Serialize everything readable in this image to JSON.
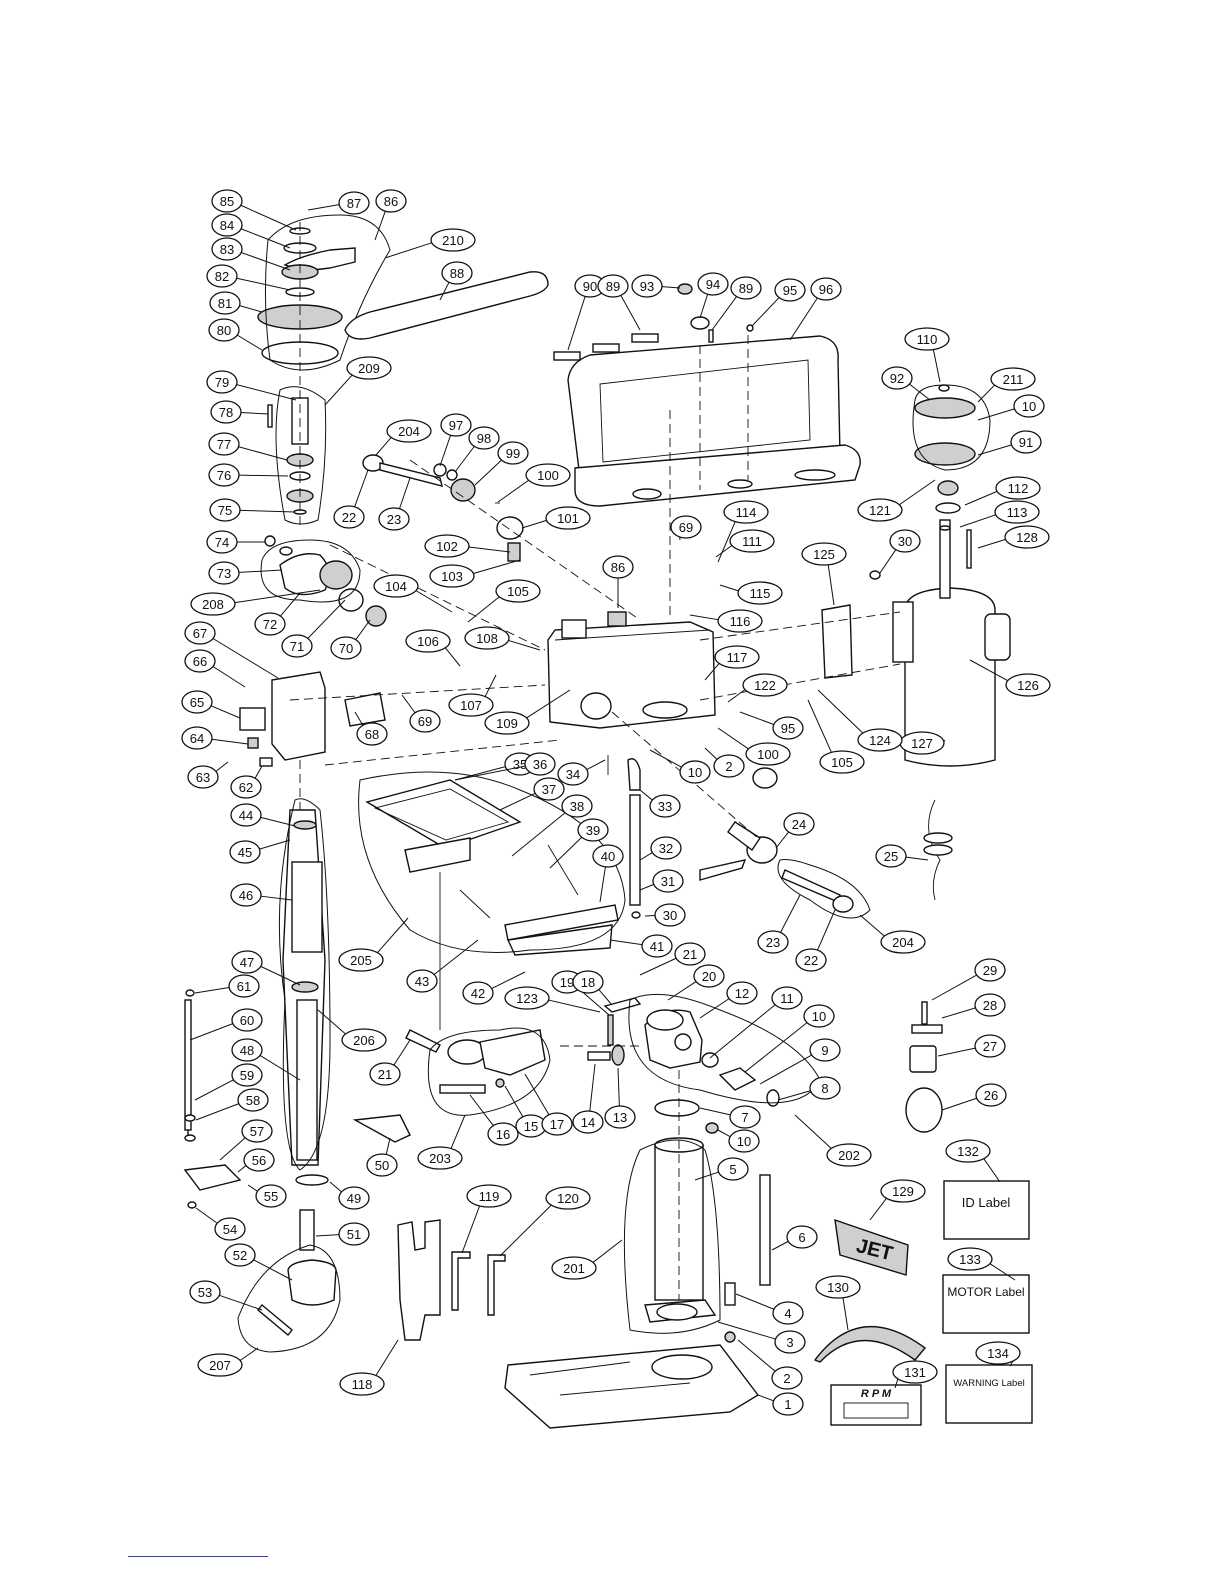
{
  "callouts": [
    "1",
    "2",
    "3",
    "4",
    "5",
    "6",
    "7",
    "8",
    "9",
    "10",
    "11",
    "12",
    "13",
    "14",
    "15",
    "16",
    "17",
    "18",
    "19",
    "20",
    "21",
    "22",
    "23",
    "24",
    "25",
    "26",
    "27",
    "28",
    "29",
    "30",
    "31",
    "32",
    "33",
    "34",
    "35",
    "36",
    "37",
    "38",
    "39",
    "40",
    "41",
    "42",
    "43",
    "44",
    "45",
    "46",
    "47",
    "48",
    "49",
    "50",
    "51",
    "52",
    "53",
    "54",
    "55",
    "56",
    "57",
    "58",
    "59",
    "60",
    "61",
    "62",
    "63",
    "64",
    "65",
    "66",
    "67",
    "68",
    "69",
    "70",
    "71",
    "72",
    "73",
    "74",
    "75",
    "76",
    "77",
    "78",
    "79",
    "80",
    "81",
    "82",
    "83",
    "84",
    "85",
    "86",
    "87",
    "88",
    "89",
    "90",
    "91",
    "92",
    "93",
    "94",
    "95",
    "96",
    "97",
    "98",
    "99",
    "100",
    "101",
    "102",
    "103",
    "104",
    "105",
    "106",
    "107",
    "108",
    "109",
    "110",
    "111",
    "112",
    "113",
    "114",
    "115",
    "116",
    "117",
    "118",
    "119",
    "120",
    "121",
    "122",
    "123",
    "124",
    "125",
    "126",
    "127",
    "128",
    "129",
    "130",
    "131",
    "132",
    "133",
    "134",
    "201",
    "202",
    "203",
    "204",
    "205",
    "206",
    "207",
    "208",
    "209",
    "210",
    "211"
  ],
  "labels": {
    "id_label": "ID  Label",
    "motor_label": "MOTOR  Label",
    "warning_label": "WARNING Label",
    "rpm_label": "R P M",
    "logo": "JET"
  }
}
